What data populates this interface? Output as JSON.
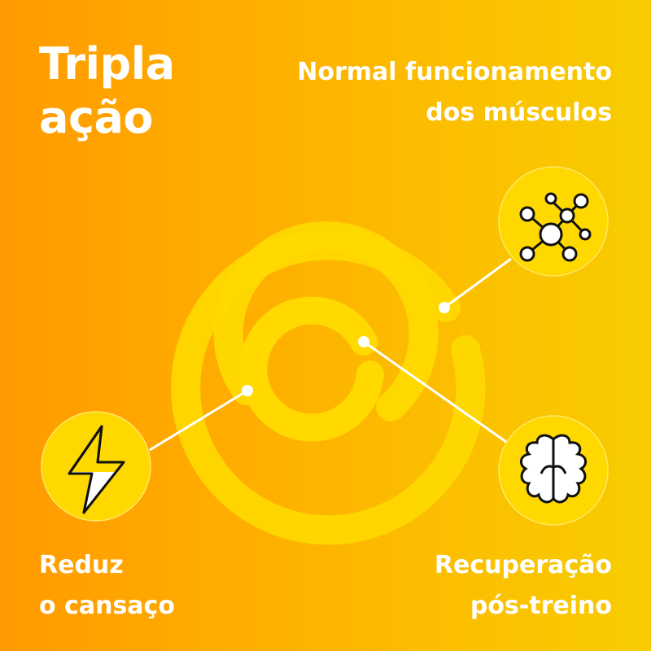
{
  "title": {
    "line1": "Tripla",
    "line2": "ação"
  },
  "benefits": {
    "muscles": {
      "line1": "Normal funcionamento",
      "line2": "dos músculos",
      "icon": "molecule-network-icon"
    },
    "fatigue": {
      "line1": "Reduz",
      "line2": "o cansaço",
      "icon": "lightning-bolt-icon"
    },
    "recovery": {
      "line1": "Recuperação",
      "line2": "pós-treino",
      "icon": "brain-icon"
    }
  },
  "colors": {
    "background_left": "#ff9a00",
    "background_right": "#f8cc00",
    "spiral": "#ffd900",
    "icon_circle": "#ffd800",
    "text": "#ffffff",
    "stroke": "#111111"
  }
}
